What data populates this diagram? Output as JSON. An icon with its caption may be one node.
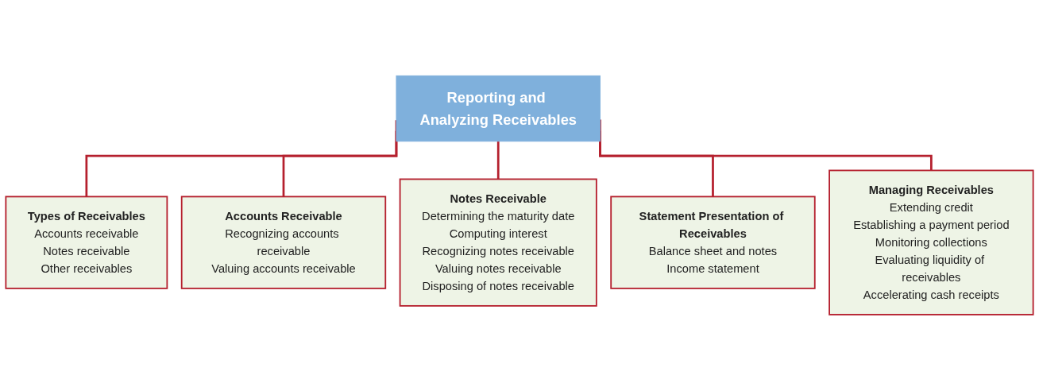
{
  "diagram": {
    "nodes": [
      {
        "text": [
          "Reporting and Analyzing Receivables"
        ]
      },
      {
        "text": [
          "Types of Receivables",
          "Accounts receivable",
          "Notes receivable",
          "Other receivables"
        ]
      },
      {
        "text": [
          "Accounts Receivable",
          "Recognizing accounts receivable",
          "Valuing accounts receivable"
        ]
      },
      {
        "text": [
          "Notes Receivable",
          "Determining the maturity date",
          "Computing interest",
          "Recognizing notes receivable",
          "Valuing notes receivable",
          "Disposing of notes receivable"
        ]
      },
      {
        "text": [
          "Statement Presentation of Receivables",
          "Balance sheet and notes",
          "Income statement"
        ]
      },
      {
        "text": [
          "Managing Receivables",
          "Extending credit",
          "Establishing a payment period",
          "Monitoring collections",
          "Evaluating liquidity of receivables",
          "Accelerating cash receipts"
        ]
      }
    ],
    "edges": [
      {
        "from": 0,
        "to": 1,
        "arrow": "none"
      },
      {
        "from": 0,
        "to": 2,
        "arrow": "none"
      },
      {
        "from": 0,
        "to": 3,
        "arrow": "none"
      },
      {
        "from": 0,
        "to": 4,
        "arrow": "none"
      },
      {
        "from": 0,
        "to": 5,
        "arrow": "none"
      }
    ]
  }
}
